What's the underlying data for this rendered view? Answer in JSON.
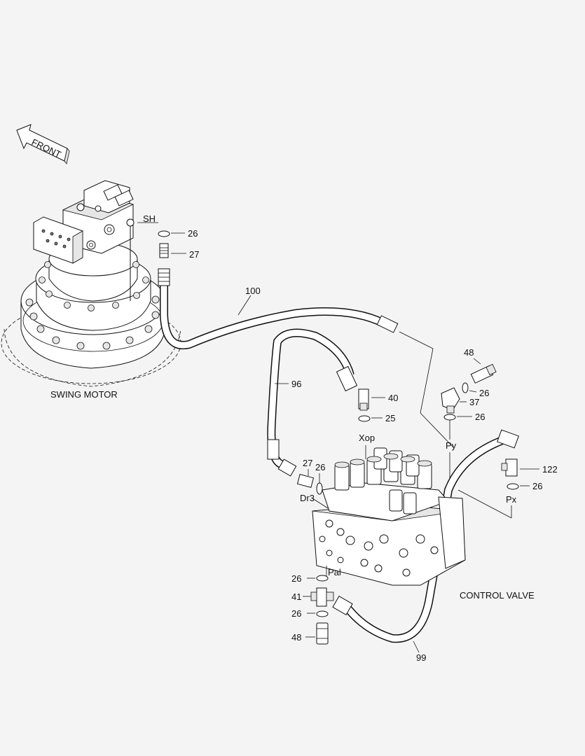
{
  "front_arrow": {
    "label": "FRONT"
  },
  "captions": {
    "swing_motor": "SWING MOTOR",
    "control_valve": "CONTROL VALVE"
  },
  "ports": {
    "sh": "SH",
    "xop": "Xop",
    "py": "Py",
    "px": "Px",
    "dr3": "Dr3",
    "pal": "Pal"
  },
  "part_numbers": {
    "p26_sh": "26",
    "p27_sh": "27",
    "p100": "100",
    "p96": "96",
    "p40": "40",
    "p25": "25",
    "p48_top": "48",
    "p26_top_a": "26",
    "p37": "37",
    "p26_top_b": "26",
    "p122": "122",
    "p26_px": "26",
    "p27_dr3": "27",
    "p26_dr3": "26",
    "p26_pal_a": "26",
    "p41": "41",
    "p26_pal_b": "26",
    "p48_bottom": "48",
    "p99": "99"
  }
}
